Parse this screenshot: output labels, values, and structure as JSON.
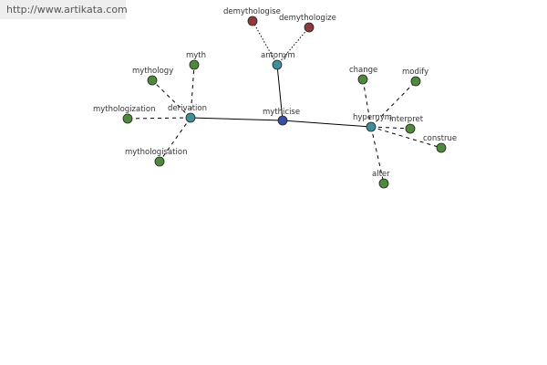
{
  "header": {
    "site_url": "http://www.artikata.com"
  },
  "colors": {
    "center": "#3b4ea0",
    "relation": "#3f8f9a",
    "word": "#4f8a3c",
    "antonym_word": "#8e3a3a"
  },
  "graph": {
    "center": "mythicise",
    "relations": [
      {
        "id": "derivation",
        "label": "derivation"
      },
      {
        "id": "antonym",
        "label": "antonym"
      },
      {
        "id": "hypernym",
        "label": "hypernym"
      }
    ],
    "words": [
      {
        "id": "myth",
        "label": "myth",
        "relation": "derivation"
      },
      {
        "id": "mythology",
        "label": "mythology",
        "relation": "derivation"
      },
      {
        "id": "mythologization",
        "label": "mythologization",
        "relation": "derivation"
      },
      {
        "id": "mythologisation",
        "label": "mythologisation",
        "relation": "derivation"
      },
      {
        "id": "demythologise",
        "label": "demythologise",
        "relation": "antonym"
      },
      {
        "id": "demythologize",
        "label": "demythologize",
        "relation": "antonym"
      },
      {
        "id": "change",
        "label": "change",
        "relation": "hypernym"
      },
      {
        "id": "modify",
        "label": "modify",
        "relation": "hypernym"
      },
      {
        "id": "interpret",
        "label": "interpret",
        "relation": "hypernym"
      },
      {
        "id": "construe",
        "label": "construe",
        "relation": "hypernym"
      },
      {
        "id": "alter",
        "label": "alter",
        "relation": "hypernym"
      }
    ]
  }
}
